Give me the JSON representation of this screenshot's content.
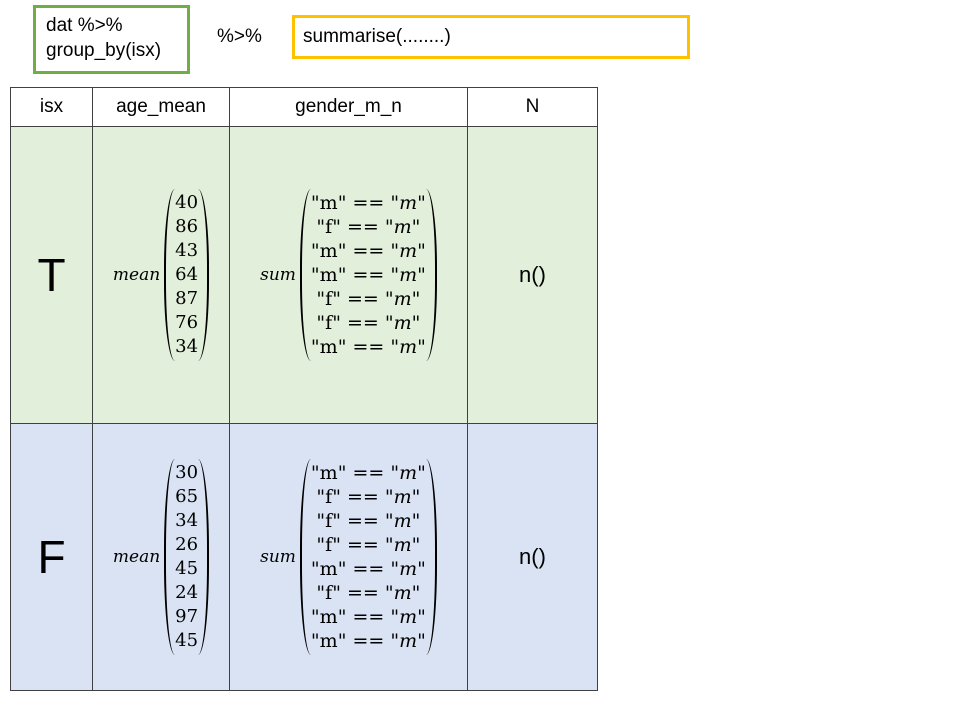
{
  "top": {
    "code_line1": "dat %>%",
    "code_line2": "group_by(isx)",
    "pipe": "%>%",
    "summarise": "summarise(........)"
  },
  "colors": {
    "green_border": "#70AD47",
    "yellow_border": "#FFC000",
    "group_T_bg": "#E2EFDA",
    "group_F_bg": "#DAE3F3"
  },
  "headers": [
    "isx",
    "age_mean",
    "gender_m_n",
    "N"
  ],
  "groups": [
    {
      "isx": "T",
      "mean_fn": "mean",
      "ages": [
        "40",
        "86",
        "43",
        "64",
        "87",
        "76",
        "34"
      ],
      "sum_fn": "sum",
      "genders": [
        "m",
        "f",
        "m",
        "m",
        "f",
        "f",
        "m"
      ],
      "n": "n()"
    },
    {
      "isx": "F",
      "mean_fn": "mean",
      "ages": [
        "30",
        "65",
        "34",
        "26",
        "45",
        "24",
        "97",
        "45"
      ],
      "sum_fn": "sum",
      "genders": [
        "m",
        "f",
        "f",
        "f",
        "m",
        "f",
        "m",
        "m"
      ],
      "n": "n()"
    }
  ],
  "compare_value": "m"
}
